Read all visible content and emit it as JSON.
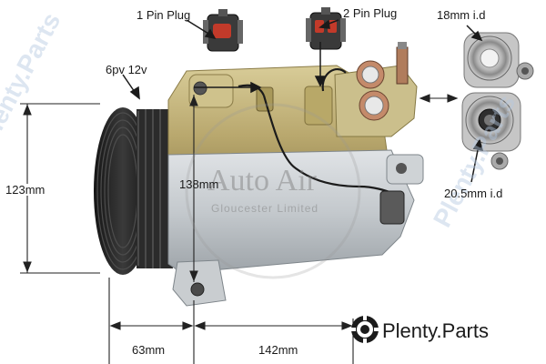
{
  "labels": {
    "pin1": "1 Pin Plug",
    "pin2": "2 Pin Plug",
    "pulley": "6pv 12v",
    "port_top": "18mm i.d",
    "port_bottom": "20.5mm i.d",
    "height": "123mm",
    "length": "138mm",
    "offset": "63mm",
    "mount": "142mm"
  },
  "watermark": {
    "main": "Auto Air",
    "sub": "Gloucester Limited",
    "side_left": "Plenty.Parts",
    "side_right": "Plenty.Parts"
  },
  "brand": {
    "name": "Plenty",
    "dot": ".",
    "suffix": "Parts"
  },
  "colors": {
    "body_gold": "#c7b77f",
    "body_silver": "#c3c8cc",
    "pulley": "#2a2a2a",
    "dimension_line": "#222222",
    "arrow": "#1a1a1a"
  },
  "icons": [
    "plug-connector-icon",
    "gear-logo-icon"
  ]
}
